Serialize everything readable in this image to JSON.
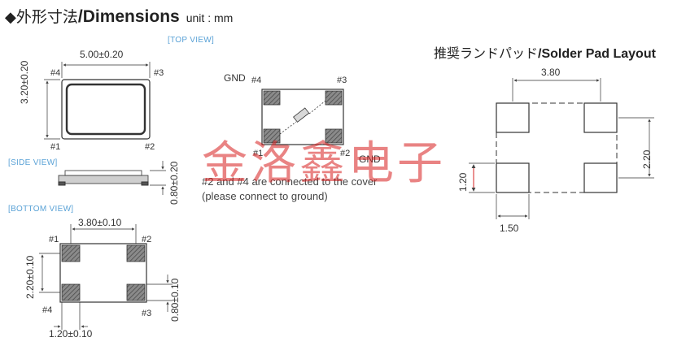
{
  "header": {
    "diamond": "◆",
    "title_jp": "外形寸法",
    "title_en": "/Dimensions",
    "unit": "unit : mm"
  },
  "top_view": {
    "label": "[TOP VIEW]",
    "width_dim": "5.00±0.20",
    "height_dim": "3.20±0.20",
    "pins": [
      "#4",
      "#3",
      "#1",
      "#2"
    ]
  },
  "side_view": {
    "label": "[SIDE VIEW]",
    "height_dim": "0.80±0.20"
  },
  "bottom_view": {
    "label": "[BOTTOM VIEW]",
    "pitch_dim": "3.80±0.10",
    "vertical_dim": "2.20±0.10",
    "pad_height_dim": "0.80±0.10",
    "pad_width_dim": "1.20±0.10",
    "pins": [
      "#1",
      "#2",
      "#4",
      "#3"
    ]
  },
  "connection": {
    "gnd_top": "GND",
    "gnd_bottom": "GND",
    "pins": [
      "#4",
      "#3",
      "#1",
      "#2"
    ],
    "note_line1": "#2 and #4 are connected to the cover",
    "note_line2": "(please connect to ground)"
  },
  "pad_layout": {
    "title_jp": "推奨ランドパッド",
    "title_en": "/Solder Pad Layout",
    "pitch_dim": "3.80",
    "vertical_dim": "2.20",
    "pad_height_dim": "1.20",
    "pad_width_dim": "1.50"
  },
  "watermark": "金洛鑫电子",
  "colors": {
    "pad_fill": "#6d6d6d",
    "label_blue": "#5aa2d6",
    "watermark_red": "#d71e1e",
    "dim_red": "#d62020"
  }
}
